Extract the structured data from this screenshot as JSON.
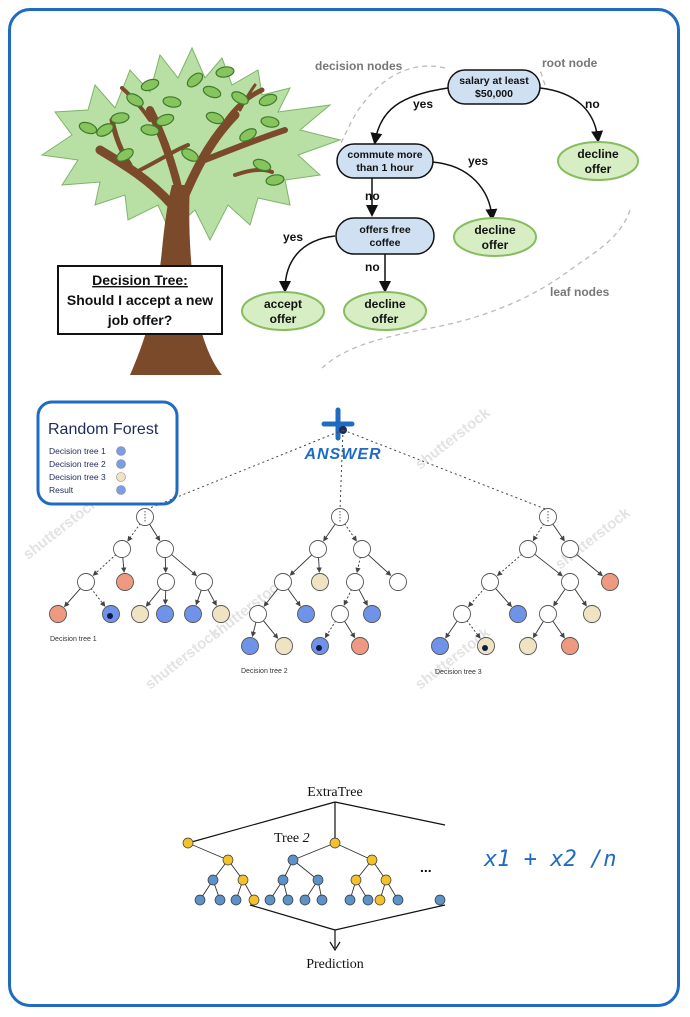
{
  "decision_tree": {
    "title_box": {
      "title": "Decision Tree:",
      "question_line1": "Should I accept a new",
      "question_line2": "job offer?"
    },
    "annotations": {
      "decision_nodes": "decision nodes",
      "root_node": "root node",
      "leaf_nodes": "leaf nodes"
    },
    "nodes": {
      "root_line1": "salary at least",
      "root_line2": "$50,000",
      "commute_line1": "commute more",
      "commute_line2": "than 1 hour",
      "coffee_line1": "offers free",
      "coffee_line2": "coffee",
      "decline_line1": "decline",
      "decline_line2": "offer",
      "accept_line1": "accept",
      "accept_line2": "offer"
    },
    "edges": {
      "yes": "yes",
      "no": "no"
    },
    "colors": {
      "decision_fill": "#cfe0f3",
      "leaf_fill": "#d7edc3",
      "leaf_stroke": "#86bd5f",
      "tree_trunk": "#7b4a2a",
      "canopy": "#b8e0a4"
    }
  },
  "random_forest": {
    "legend": {
      "title": "Random Forest",
      "items": [
        {
          "label": "Decision tree 1",
          "color": "#7a9de6"
        },
        {
          "label": "Decision tree 2",
          "color": "#7a9de6"
        },
        {
          "label": "Decision tree 3",
          "color": "#efe3c3"
        },
        {
          "label": "Result",
          "color": "#7a9de6"
        }
      ]
    },
    "answer": "ANSWER",
    "tree_labels": [
      "Decision tree 1",
      "Decision tree 2",
      "Decision tree 3"
    ],
    "watermark": "shutterstock",
    "colors": {
      "blue": "#6f93e8",
      "orange": "#ee9a82",
      "cream": "#efe3c3",
      "frame": "#1f6bc1"
    }
  },
  "extra_trees": {
    "title": "ExtraTree",
    "tree2_label": "Tree",
    "tree2_number": "2",
    "ellipsis": "...",
    "prediction": "Prediction",
    "formula": "x1 + x2 /n",
    "colors": {
      "yellow": "#f2c12e",
      "blue": "#5c92c8"
    }
  }
}
